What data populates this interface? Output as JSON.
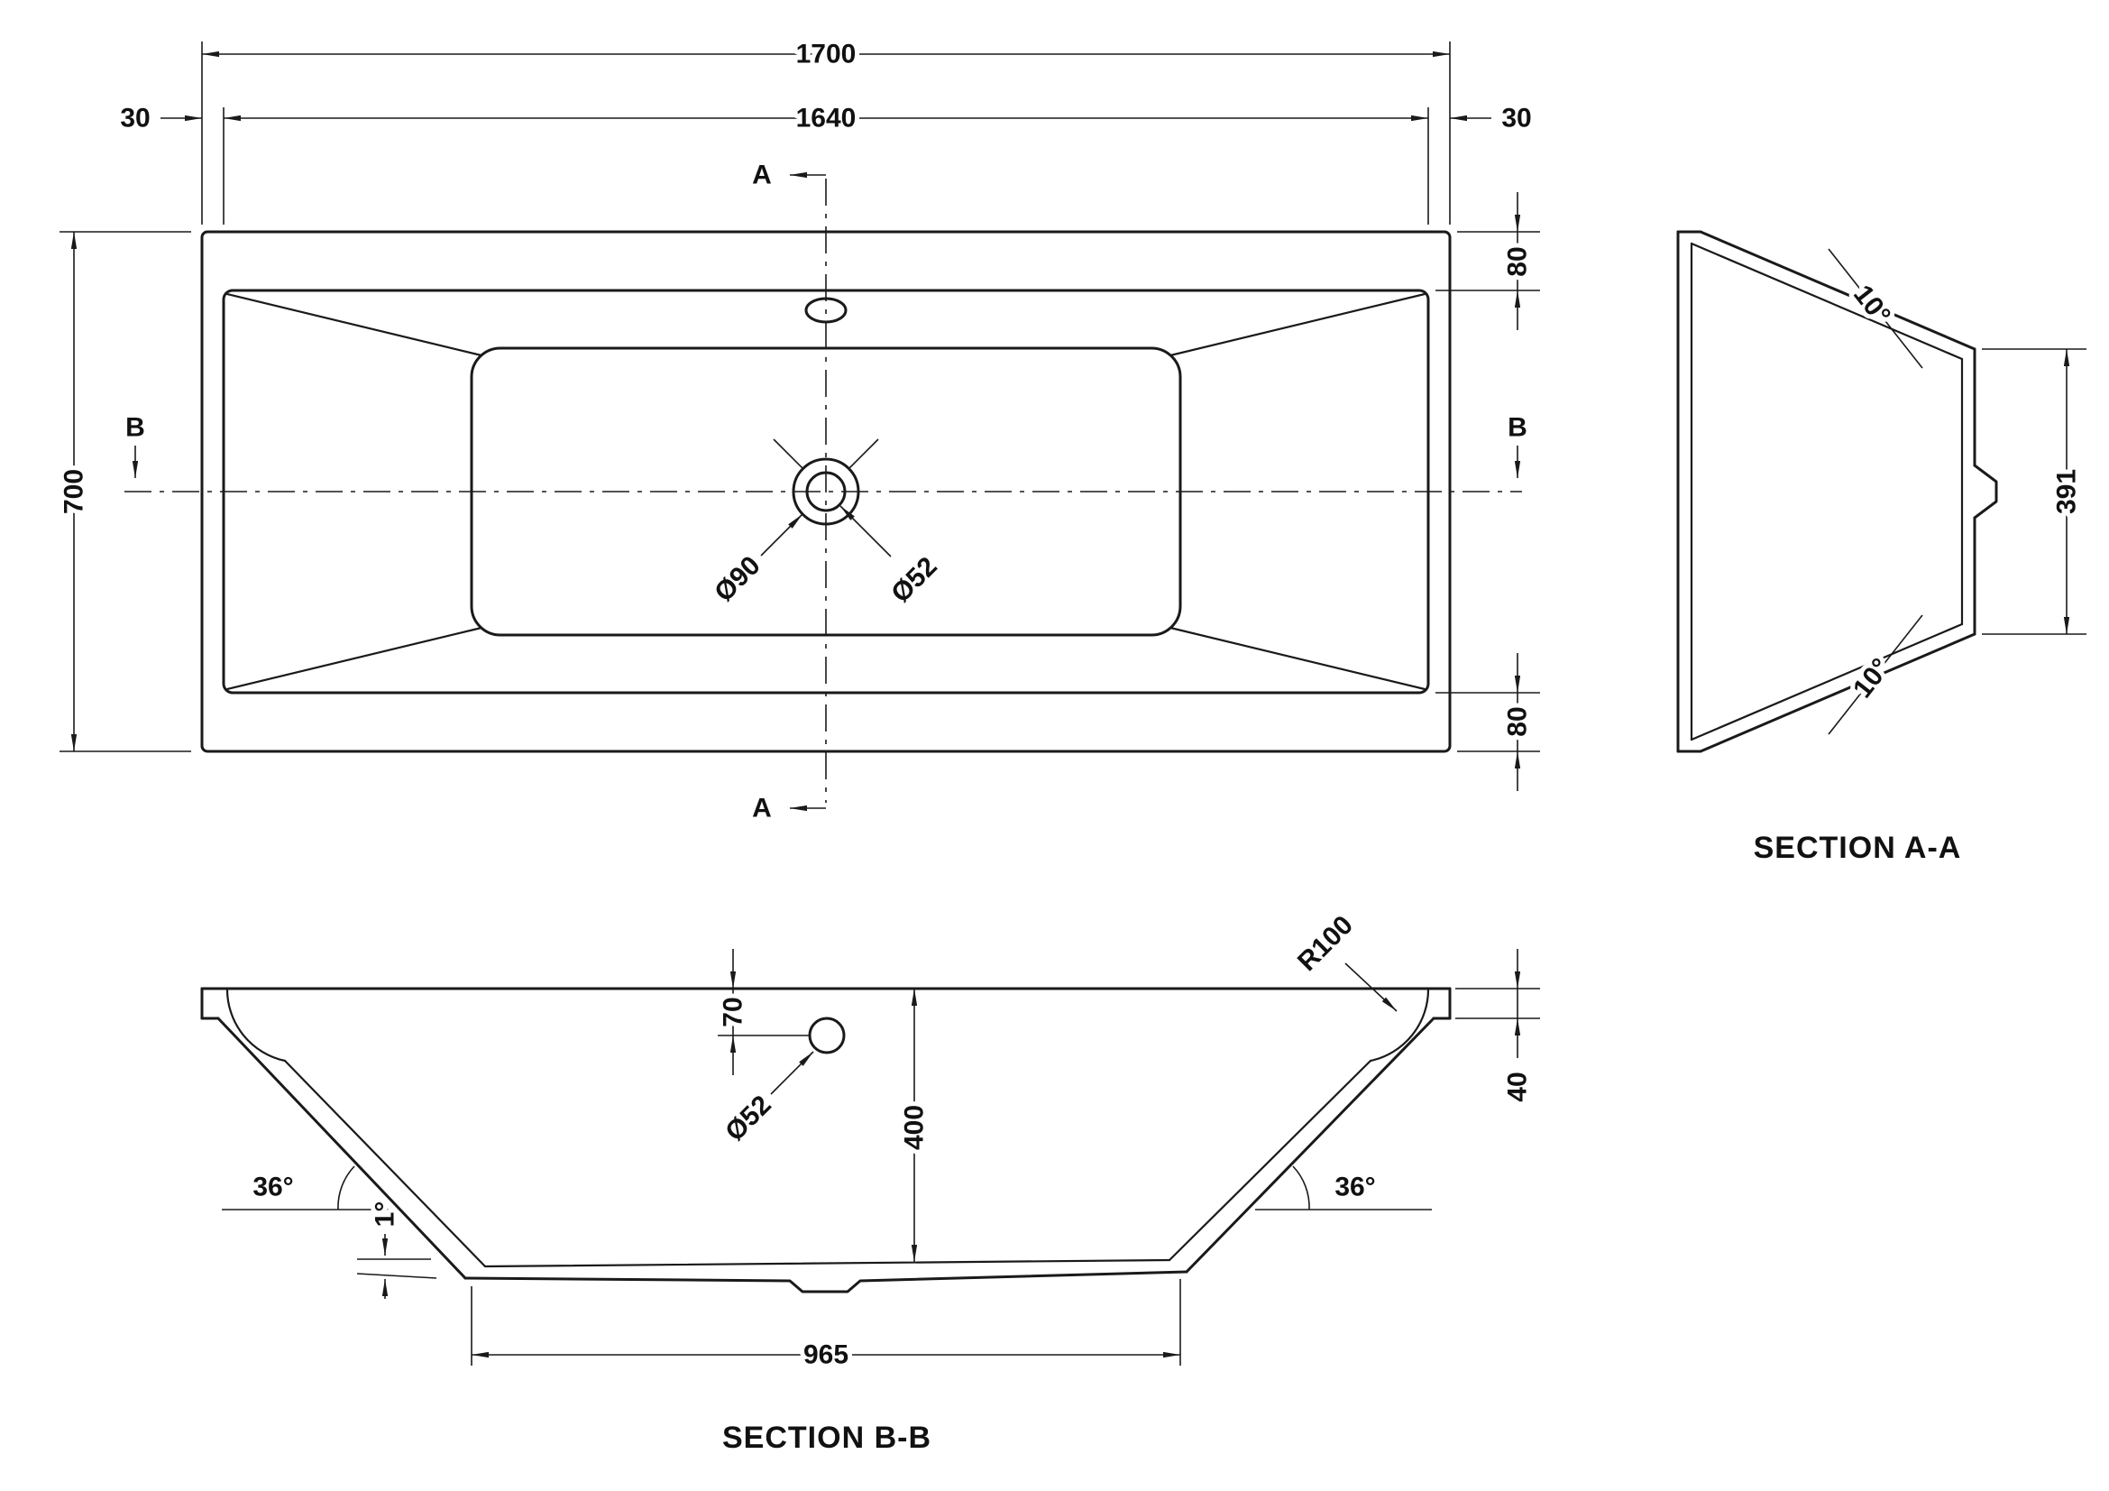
{
  "sheet": {
    "background": "#ffffff",
    "line_color": "#1a1a1a"
  },
  "top_view": {
    "dim_length_outer": "1700",
    "dim_length_inner": "1640",
    "dim_edge_left": "30",
    "dim_edge_right": "30",
    "dim_width": "700",
    "dim_rim_top": "80",
    "dim_rim_bottom": "80",
    "section_a_top": "A",
    "section_a_bottom": "A",
    "section_b_left": "B",
    "section_b_right": "B",
    "drain_outer_dia": "Ø90",
    "drain_inner_dia": "Ø52"
  },
  "section_aa": {
    "title": "SECTION A-A",
    "angle_top": "10°",
    "angle_bottom": "10°",
    "dim_base": "391"
  },
  "section_bb": {
    "title": "SECTION B-B",
    "dim_overflow_offset": "70",
    "overflow_dia": "Ø52",
    "dim_depth": "400",
    "angle_left": "36°",
    "angle_right": "36°",
    "angle_floor": "1°",
    "dim_base": "965",
    "corner_radius": "R100",
    "dim_rim_height": "40"
  }
}
